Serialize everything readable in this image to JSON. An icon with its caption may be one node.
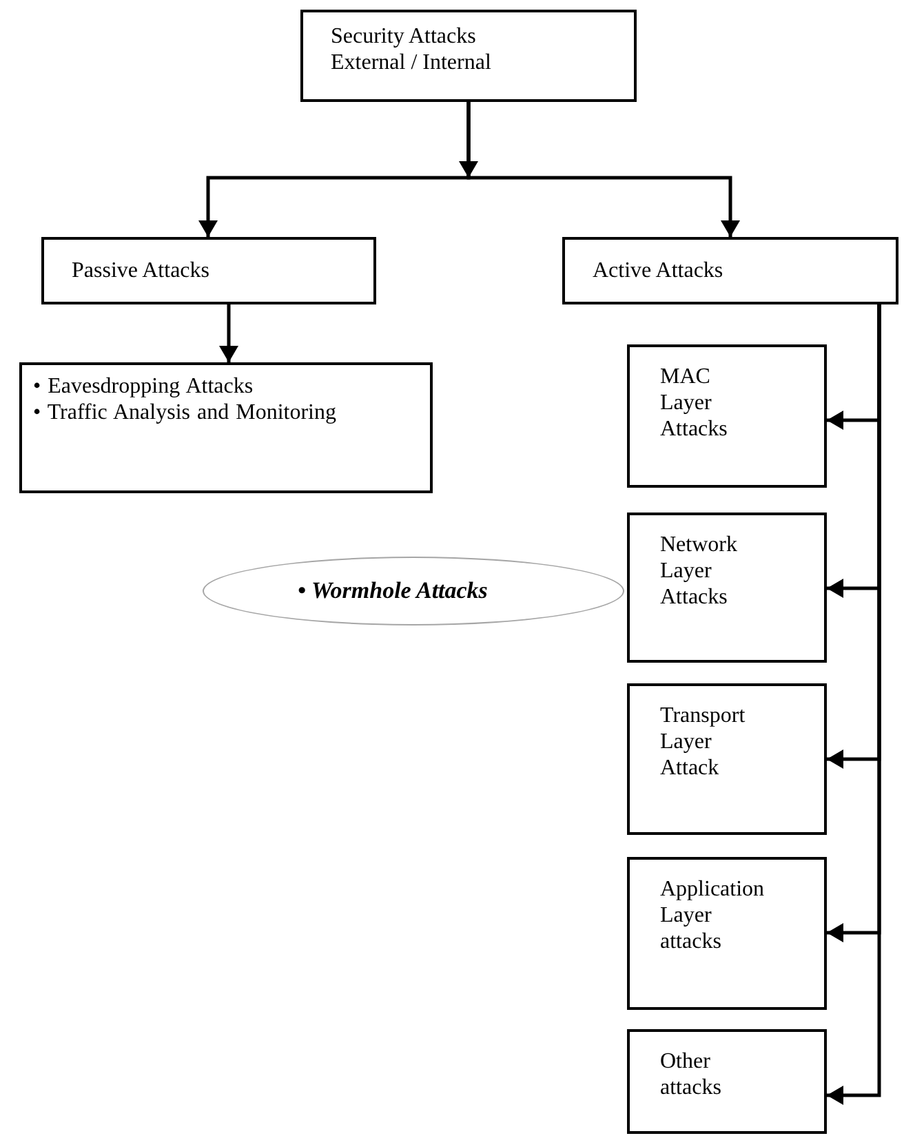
{
  "diagram": {
    "nodes": [
      {
        "text": [
          "Security Attacks External / Internal"
        ]
      },
      {
        "text": [
          "Passive Attacks"
        ]
      },
      {
        "text": [
          "Active Attacks"
        ]
      },
      {
        "text": [
          "• Eavesdropping Attacks",
          "• Traffic Analysis and Monitoring"
        ]
      },
      {
        "text": [
          "MAC Layer Attacks"
        ]
      },
      {
        "text": [
          "Network Layer Attacks"
        ]
      },
      {
        "text": [
          "Transport Layer Attack"
        ]
      },
      {
        "text": [
          "Application Layer attacks"
        ]
      },
      {
        "text": [
          "Other attacks"
        ]
      },
      {
        "text": [
          "• Wormhole Attacks"
        ]
      }
    ],
    "edges": [
      {
        "from": 0,
        "to": 1,
        "arrow": "to"
      },
      {
        "from": 0,
        "to": 2,
        "arrow": "to"
      },
      {
        "from": 1,
        "to": 3,
        "arrow": "to"
      },
      {
        "from": 2,
        "to": 4,
        "arrow": "to"
      },
      {
        "from": 2,
        "to": 5,
        "arrow": "to"
      },
      {
        "from": 2,
        "to": 6,
        "arrow": "to"
      },
      {
        "from": 2,
        "to": 7,
        "arrow": "to"
      },
      {
        "from": 2,
        "to": 8,
        "arrow": "to"
      }
    ]
  }
}
